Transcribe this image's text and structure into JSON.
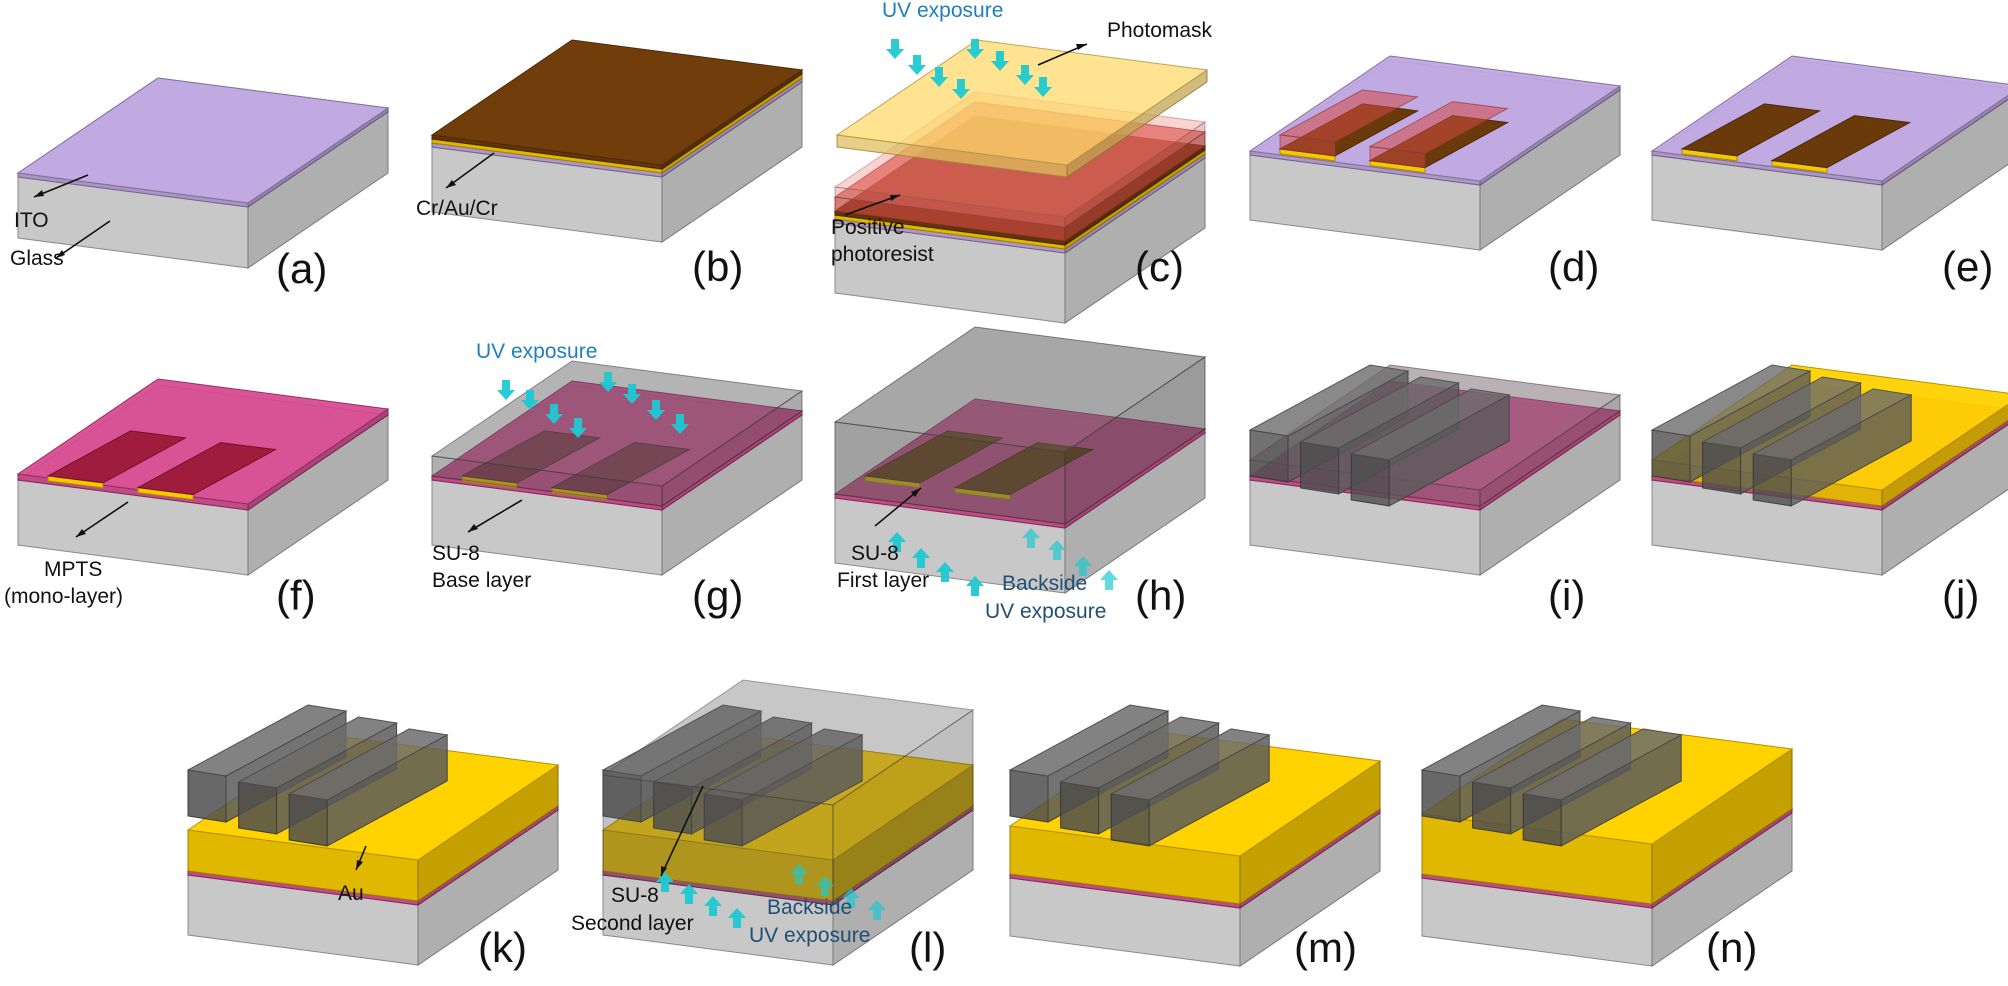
{
  "figure": {
    "colors": {
      "glass": "#d0d0d0",
      "ito": "#b49ad6",
      "metal": "#6b3a0a",
      "gold": "#f5c800",
      "photoresist": "#d24a44",
      "mpts": "#cc3f86",
      "su8": "#505050",
      "uv_arrow": "#1ec9d2",
      "uv_text": "#1f7fbf",
      "backside_text": "#1f4f73"
    },
    "panels": {
      "a": {
        "letter": "(a)",
        "labels": {
          "ito": "ITO",
          "glass": "Glass"
        }
      },
      "b": {
        "letter": "(b)",
        "labels": {
          "metal": "Cr/Au/Cr"
        }
      },
      "c": {
        "letter": "(c)",
        "labels": {
          "uv": "UV exposure",
          "photomask": "Photomask",
          "resist_1": "Positive",
          "resist_2": "photoresist"
        }
      },
      "d": {
        "letter": "(d)"
      },
      "e": {
        "letter": "(e)"
      },
      "f": {
        "letter": "(f)",
        "labels": {
          "mpts_1": "MPTS",
          "mpts_2": "(mono-layer)"
        }
      },
      "g": {
        "letter": "(g)",
        "labels": {
          "uv": "UV exposure",
          "su8_1": "SU-8",
          "su8_2": "Base layer"
        }
      },
      "h": {
        "letter": "(h)",
        "labels": {
          "su8_1": "SU-8",
          "su8_2": "First layer",
          "backside_1": "Backside",
          "backside_2": "UV exposure"
        }
      },
      "i": {
        "letter": "(i)"
      },
      "j": {
        "letter": "(j)"
      },
      "k": {
        "letter": "(k)",
        "labels": {
          "au": "Au"
        }
      },
      "l": {
        "letter": "(l)",
        "labels": {
          "su8_1": "SU-8",
          "su8_2": "Second layer",
          "backside_1": "Backside",
          "backside_2": "UV exposure"
        }
      },
      "m": {
        "letter": "(m)"
      },
      "n": {
        "letter": "(n)"
      }
    }
  }
}
